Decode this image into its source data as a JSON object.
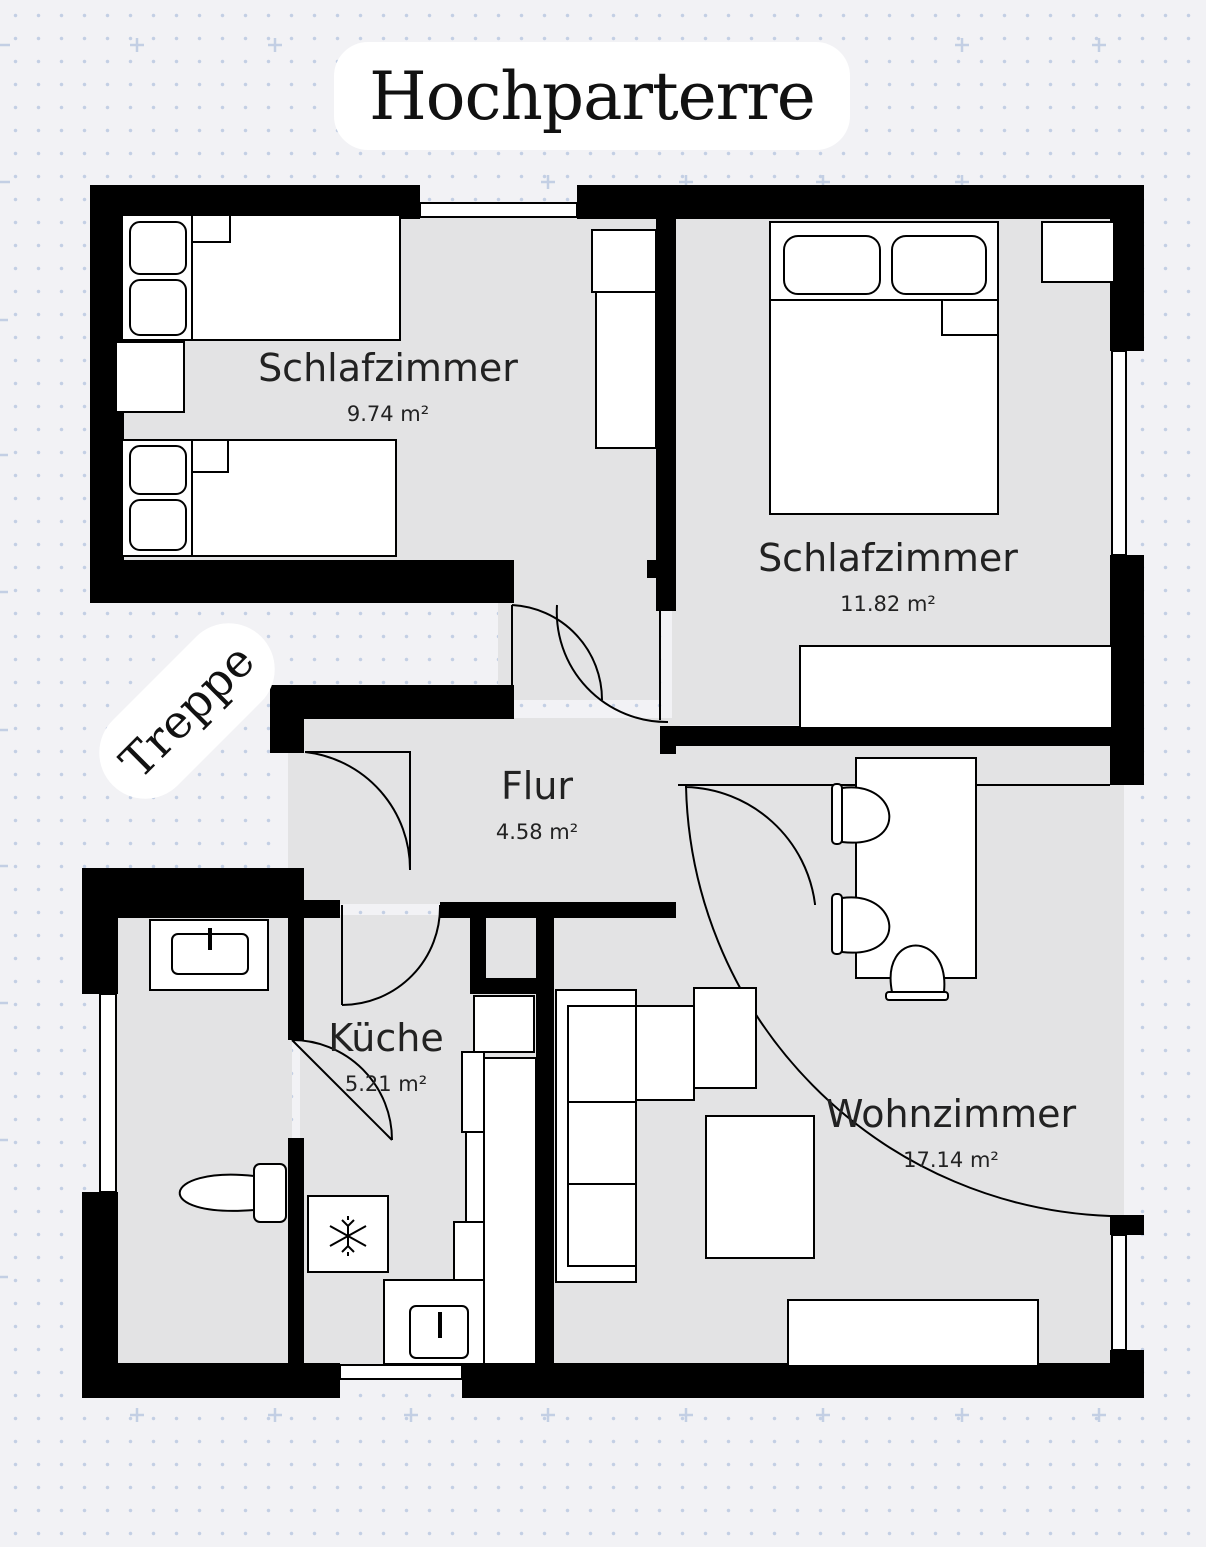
{
  "title": "Hochparterre",
  "stairs_label": "Treppe",
  "rooms": [
    {
      "name": "Schlafzimmer",
      "area": "9.74 m²"
    },
    {
      "name": "Schlafzimmer",
      "area": "11.82 m²"
    },
    {
      "name": "Flur",
      "area": "4.58 m²"
    },
    {
      "name": "Küche",
      "area": "5.21 m²"
    },
    {
      "name": "Wohnzimmer",
      "area": "17.14 m²"
    }
  ],
  "colors": {
    "wall": "#000000",
    "floor": "#e3e3e4",
    "background": "#f2f2f5",
    "grid_dot": "#c3cfe4",
    "furniture": "#ffffff"
  }
}
